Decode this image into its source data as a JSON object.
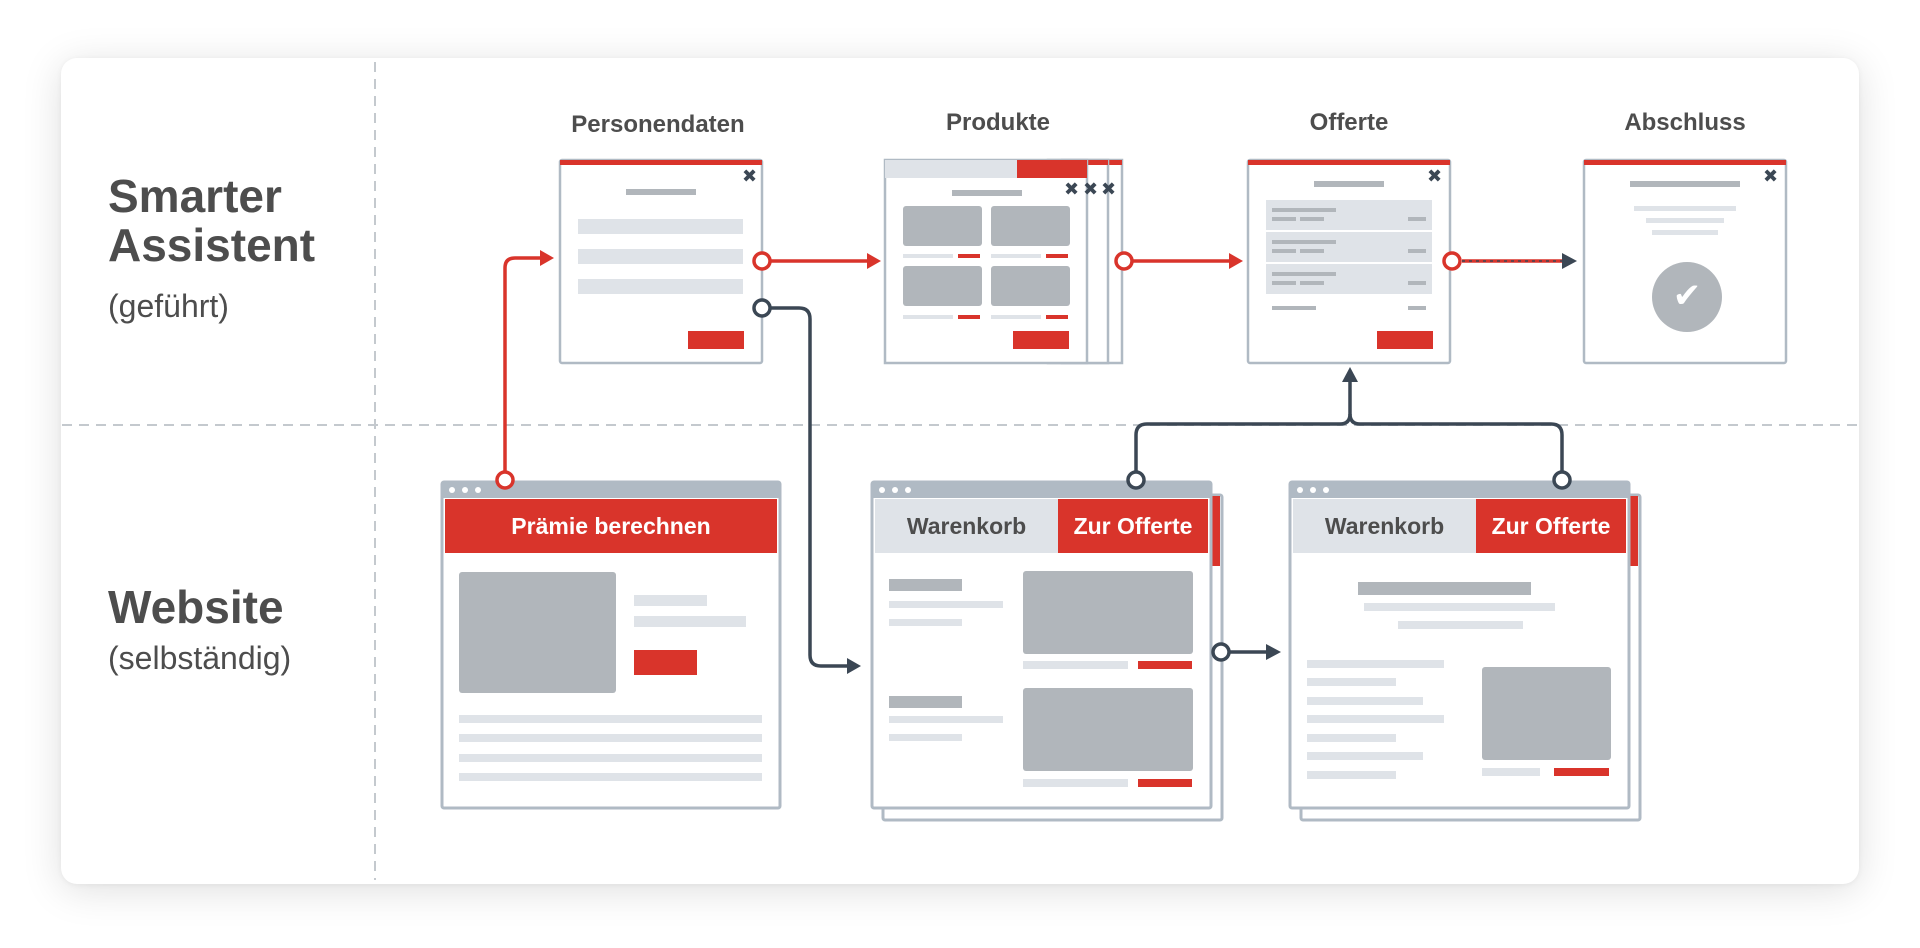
{
  "lanes": {
    "assistant": {
      "title_line1": "Smarter",
      "title_line2": "Assistent",
      "subtitle": "(geführt)"
    },
    "website": {
      "title": "Website",
      "subtitle": "(selbständig)"
    }
  },
  "steps": {
    "personendaten": "Personendaten",
    "produkte": "Produkte",
    "offerte": "Offerte",
    "abschluss": "Abschluss"
  },
  "website_screens": {
    "premium_button": "Prämie berechnen",
    "cart_tab": "Warenkorb",
    "offer_tab": "Zur Offerte"
  },
  "icons": {
    "close": "✖",
    "check": "✔"
  },
  "colors": {
    "accent": "#d9342b",
    "connector_dark": "#3b4754",
    "frame": "#b0bac4",
    "placeholder_dark": "#b1b6bb",
    "placeholder_light": "#dfe3e8",
    "text": "#4d4d4d"
  }
}
